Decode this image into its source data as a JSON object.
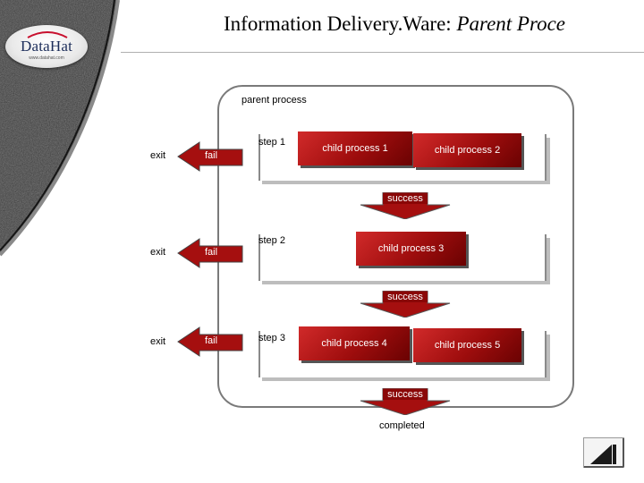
{
  "header": {
    "title_main": "Information Delivery",
    "title_sep": ".",
    "title_product": "Ware: ",
    "title_sub": "Parent Proce"
  },
  "logo": {
    "name": "DataHat",
    "url": "www.datahat.com"
  },
  "diagram": {
    "container_label": "parent process",
    "steps": [
      {
        "label": "step 1",
        "fail": "fail",
        "exit": "exit",
        "children": [
          "child process 1",
          "child process 2"
        ],
        "success": "success"
      },
      {
        "label": "step 2",
        "fail": "fail",
        "exit": "exit",
        "children": [
          "child process 3"
        ],
        "success": "success"
      },
      {
        "label": "step 3",
        "fail": "fail",
        "exit": "exit",
        "children": [
          "child process 4",
          "child process 5"
        ],
        "success": "success"
      }
    ],
    "completed": "completed"
  },
  "icons": {
    "nav": "slide-back-icon"
  },
  "colors": {
    "process_red": "#a50f0f",
    "sidebar_dark": "#2b2b2b",
    "logo_navy": "#1c2d5a"
  }
}
